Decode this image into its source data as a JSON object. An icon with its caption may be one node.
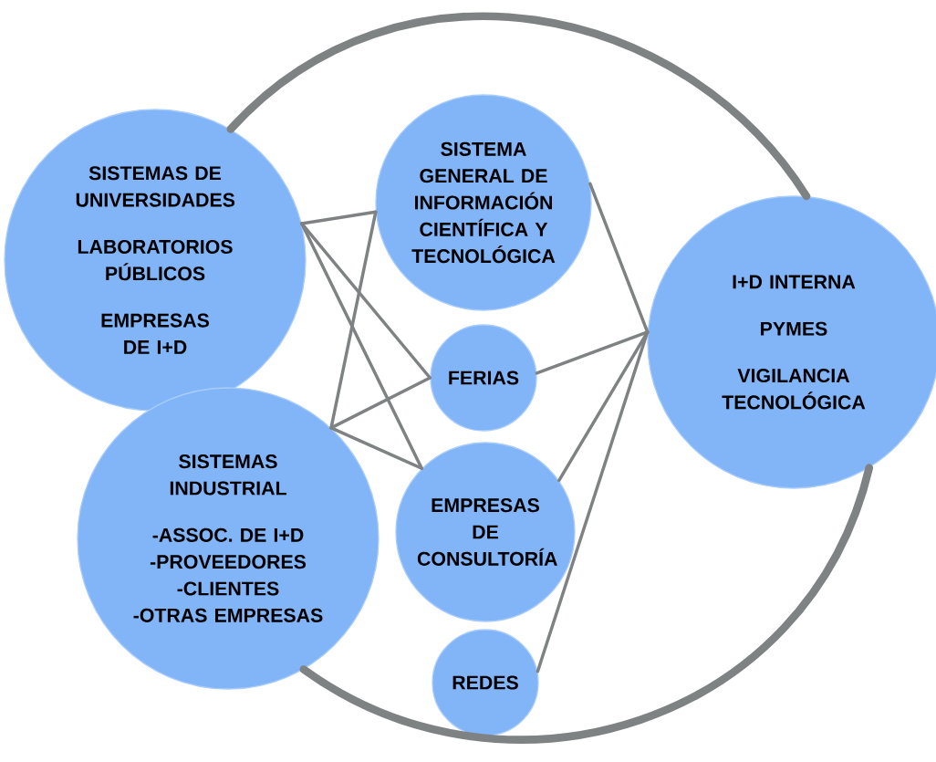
{
  "diagram": {
    "nodes": [
      {
        "text": [
          "SISTEMAS DE UNIVERSIDADES",
          "LABORATORIOS PÚBLICOS",
          "EMPRESAS DE I+D"
        ]
      },
      {
        "text": [
          "SISTEMA GENERAL DE INFORMACIÓN CIENTÍFICA Y TECNOLÓGICA"
        ]
      },
      {
        "text": [
          "FERIAS"
        ]
      },
      {
        "text": [
          "SISTEMAS INDUSTRIAL",
          "-ASSOC. DE I+D",
          "-PROVEEDORES",
          "-CLIENTES",
          "-OTRAS EMPRESAS"
        ]
      },
      {
        "text": [
          "EMPRESAS DE CONSULTORÍA"
        ]
      },
      {
        "text": [
          "REDES"
        ]
      },
      {
        "text": [
          "I+D INTERNA",
          "PYMES",
          "VIGILANCIA TECNOLÓGICA"
        ]
      }
    ],
    "edges": [
      {
        "from": 0,
        "to": 6,
        "arrow": "none",
        "style": "thick"
      },
      {
        "from": 6,
        "to": 3,
        "arrow": "none",
        "style": "thick"
      },
      {
        "from": 0,
        "to": 1,
        "arrow": "none"
      },
      {
        "from": 0,
        "to": 2,
        "arrow": "none"
      },
      {
        "from": 0,
        "to": 4,
        "arrow": "none"
      },
      {
        "from": 3,
        "to": 1,
        "arrow": "none"
      },
      {
        "from": 3,
        "to": 2,
        "arrow": "none"
      },
      {
        "from": 3,
        "to": 4,
        "arrow": "none"
      },
      {
        "from": 1,
        "to": 6,
        "arrow": "none"
      },
      {
        "from": 2,
        "to": 6,
        "arrow": "none"
      },
      {
        "from": 4,
        "to": 6,
        "arrow": "none"
      },
      {
        "from": 5,
        "to": 6,
        "arrow": "none"
      }
    ]
  }
}
